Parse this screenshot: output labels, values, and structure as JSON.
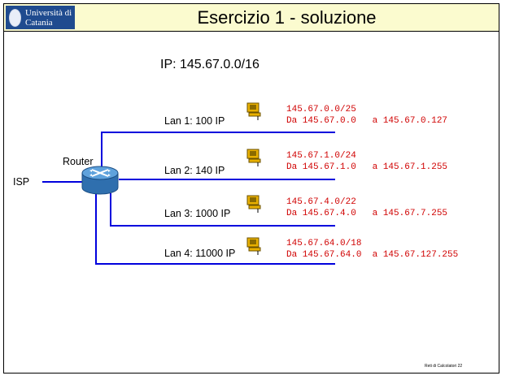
{
  "header": {
    "university_name": "Università di Catania",
    "title": "Esercizio 1 - soluzione"
  },
  "main_network": "IP: 145.67.0.0/16",
  "router_label": "Router",
  "isp_label": "ISP",
  "lans": [
    {
      "label": "Lan 1: 100 IP",
      "network": "145.67.0.0/25",
      "range": "Da 145.67.0.0   a 145.67.0.127"
    },
    {
      "label": "Lan 2: 140 IP",
      "network": "145.67.1.0/24",
      "range": "Da 145.67.1.0   a 145.67.1.255"
    },
    {
      "label": "Lan 3: 1000 IP",
      "network": "145.67.4.0/22",
      "range": "Da 145.67.4.0   a 145.67.7.255"
    },
    {
      "label": "Lan 4: 11000 IP",
      "network": "145.67.64.0/18",
      "range": "Da 145.67.64.0  a 145.67.127.255"
    }
  ],
  "footer": "Reti di Calcolatori   22",
  "colors": {
    "line": "#0000dd",
    "router": "#3d86c6",
    "pc": "#e8b000",
    "address_text": "#d00000"
  }
}
